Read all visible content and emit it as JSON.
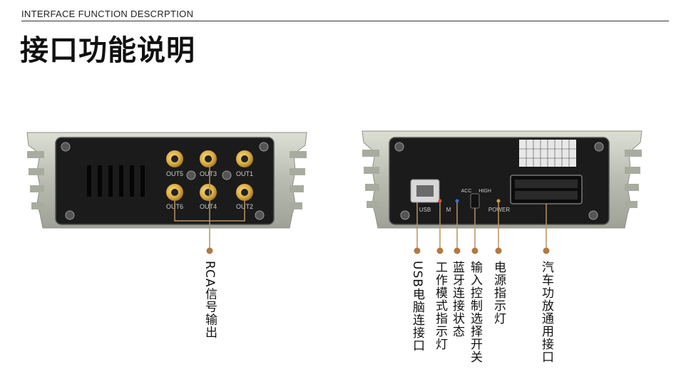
{
  "header": {
    "subtitle_en": "INTERFACE FUNCTION DESCRPTION",
    "title_cn": "接口功能说明"
  },
  "left_device": {
    "panel_labels": [
      "OUT5",
      "OUT3",
      "OUT1",
      "OUT6",
      "OUT4",
      "OUT2"
    ]
  },
  "right_device": {
    "panel_labels": {
      "usb": "USB",
      "m": "M",
      "acc": "ACC",
      "high": "HIGH",
      "power": "POWER"
    }
  },
  "callouts": {
    "rca": "RCA信号输出",
    "usb": "USB电脑连接口",
    "mode_indicator": "工作模式指示灯",
    "bluetooth": "蓝牙连接状态",
    "input_switch": "输入控制选择开关",
    "power_indicator": "电源指示灯",
    "car_amp_port": "汽车功放通用接口"
  },
  "colors": {
    "callout_line": "#b9925f",
    "callout_dot": "#b07a44",
    "chassis": "#c8cabf",
    "panel": "#1b1b1b",
    "rca_gold": "#d9a93d"
  }
}
